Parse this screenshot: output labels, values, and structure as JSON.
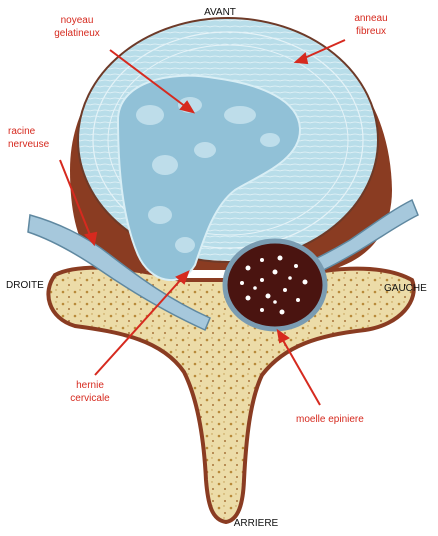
{
  "labels": {
    "top": "AVANT",
    "bottom": "ARRIERE",
    "left": "DROITE",
    "right": "GAUCHE",
    "nucleus_line1": "noyeau",
    "nucleus_line2": "gelatineux",
    "annulus_line1": "anneau",
    "annulus_line2": "fibreux",
    "root_line1": "racine",
    "root_line2": "nerveuse",
    "hernia_line1": "hernie",
    "hernia_line2": "cervicale",
    "cord": "moelle epiniere"
  },
  "colors": {
    "annotation": "#d62a1f",
    "disc": "#b7dce8",
    "nucleus": "#8fc0d6",
    "bone": "#ead9a6",
    "bone_rim": "#8a3c22",
    "spinal_cord": "#4a1410",
    "nerve": "#a6c8dc"
  }
}
